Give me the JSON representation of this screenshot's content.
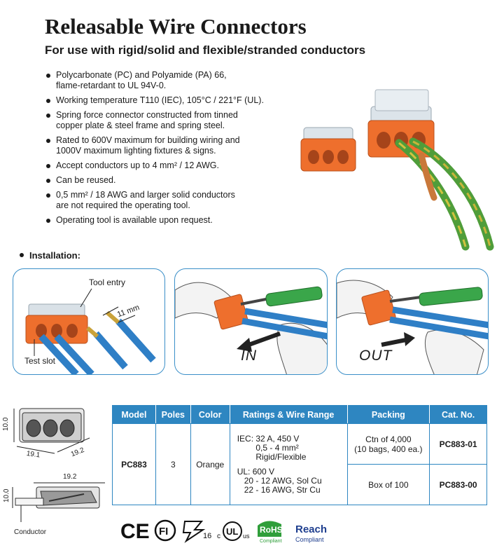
{
  "header": {
    "title": "Releasable Wire Connectors",
    "subtitle": "For use with rigid/solid and flexible/stranded conductors"
  },
  "features": [
    "Polycarbonate (PC) and Polyamide (PA) 66,\nflame-retardant to UL 94V-0.",
    "Working temperature T110 (IEC), 105°C / 221°F (UL).",
    "Spring force connector constructed from tinned\ncopper plate & steel frame and spring steel.",
    "Rated to 600V maximum for building wiring and\n1000V maximum lighting fixtures & signs.",
    "Accept conductors up to 4 mm² / 12 AWG.",
    "Can be reused.",
    "0,5 mm² / 18 AWG and larger solid conductors\nare not required the operating tool.",
    "Operating tool is available upon request."
  ],
  "installation": {
    "label": "Installation:",
    "panel1": {
      "tool_entry": "Tool entry",
      "strip_length": "11 mm",
      "test_slot": "Test slot"
    },
    "panel2": {
      "label": "IN"
    },
    "panel3": {
      "label": "OUT"
    }
  },
  "dimensions": {
    "height": "10.0",
    "length": "19.1",
    "width": "19.2",
    "side_length": "19.2",
    "side_height": "10.0",
    "conductor": "Conductor"
  },
  "table": {
    "headers": [
      "Model",
      "Poles",
      "Color",
      "Ratings & Wire Range",
      "Packing",
      "Cat. No."
    ],
    "model": "PC883",
    "poles": "3",
    "color": "Orange",
    "ratings_iec": "IEC: 32 A, 450 V\n        0,5 - 4 mm²\n        Rigid/Flexible",
    "ratings_ul": "UL: 600 V\n   20 - 12 AWG, Sol Cu\n   22 - 16 AWG, Str Cu",
    "rows": [
      {
        "packing": "Ctn of 4,000\n(10 bags, 400 ea.)",
        "cat_no": "PC883-01"
      },
      {
        "packing": "Box of 100",
        "cat_no": "PC883-00"
      }
    ]
  },
  "certifications": {
    "ce": "CE",
    "fi": "FI",
    "ccc_number": "16",
    "cul_c": "c",
    "cul_mark": "UL",
    "cul_us": "us",
    "rohs": "RoHS",
    "rohs_sub": "Compliant",
    "reach": "Reach",
    "reach_sub": "Compliant"
  },
  "colors": {
    "accent_blue": "#2e86c1",
    "connector_orange": "#ee6f2d",
    "wire_blue": "#2f7fc6",
    "wire_green": "#4f9d3a"
  }
}
